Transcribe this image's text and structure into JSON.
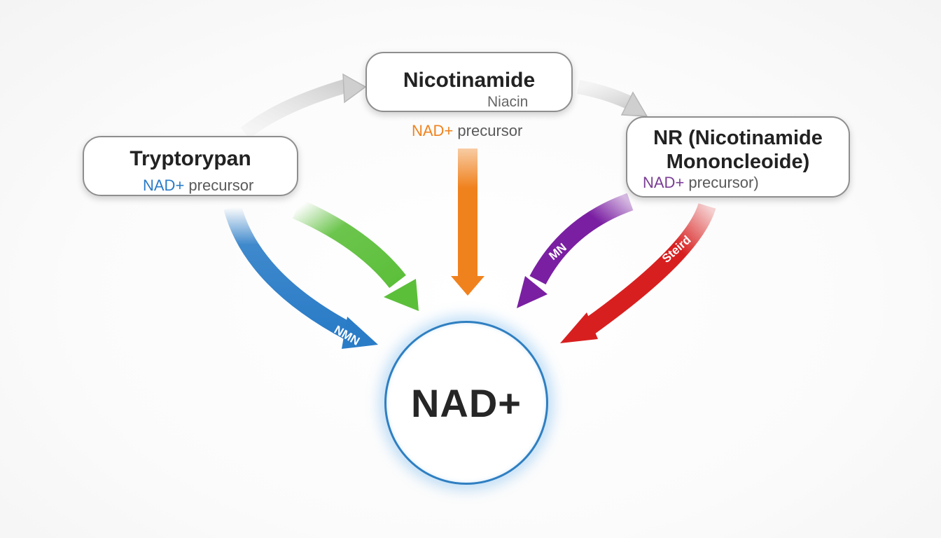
{
  "center": {
    "label": "NAD+"
  },
  "nodes": {
    "nicotinamide": {
      "title": "Nicotinamide",
      "subtitle": "Niacin",
      "note_accent": "NAD+",
      "note_rest": " precursor"
    },
    "tryptophan": {
      "title": "Tryptorypan",
      "note_accent": "NAD+",
      "note_rest": " precursor"
    },
    "nr": {
      "title_line1": "NR (Nicotinamide",
      "title_line2": "Mononcleoide)",
      "note_accent": "NAD+",
      "note_rest": " precursor)"
    }
  },
  "arrow_labels": {
    "blue": "NMN",
    "purple": "MN",
    "red": "Steird"
  },
  "colors": {
    "blue": "#2a7cc7",
    "green": "#5cbf3a",
    "orange": "#f0821e",
    "purple": "#7a1fa2",
    "red": "#d81f1f",
    "gray": "#d6d6d6",
    "circle_border": "#2f7fc1",
    "tryptophan_accent": "#2a7cc7",
    "nicotinamide_accent": "#f0821e",
    "nr_accent": "#7a3d94"
  }
}
